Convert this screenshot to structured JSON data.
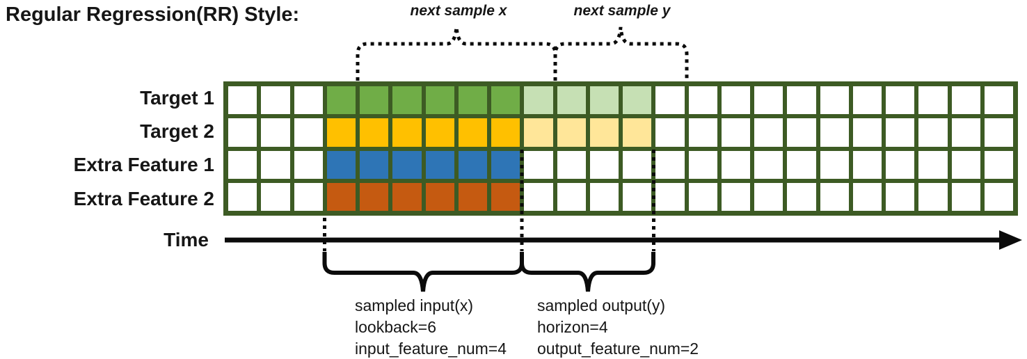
{
  "title": "Regular Regression(RR) Style:",
  "annotations": {
    "next_sample_x": "next sample x",
    "next_sample_y": "next sample y",
    "time_label": "Time",
    "input_lines": [
      "sampled input(x)",
      "lookback=6",
      "input_feature_num=4"
    ],
    "output_lines": [
      "sampled output(y)",
      "horizon=4",
      "output_feature_num=2"
    ]
  },
  "grid": {
    "columns": 24,
    "border_color": "#3D5B24",
    "empty_fill": "#FFFFFF",
    "input_col_start": 3,
    "lookback": 6,
    "output_col_start": 9,
    "horizon": 4,
    "input_feature_num": 4,
    "output_feature_num": 2,
    "rows": [
      {
        "label": "Target 1",
        "input_fill": "#70AD47",
        "output_fill": "#C6E0B4",
        "has_output": true
      },
      {
        "label": "Target 2",
        "input_fill": "#FFC000",
        "output_fill": "#FFE699",
        "has_output": true
      },
      {
        "label": "Extra Feature 1",
        "input_fill": "#2E75B6",
        "output_fill": null,
        "has_output": false
      },
      {
        "label": "Extra Feature 2",
        "input_fill": "#C55A11",
        "output_fill": null,
        "has_output": false
      }
    ]
  }
}
